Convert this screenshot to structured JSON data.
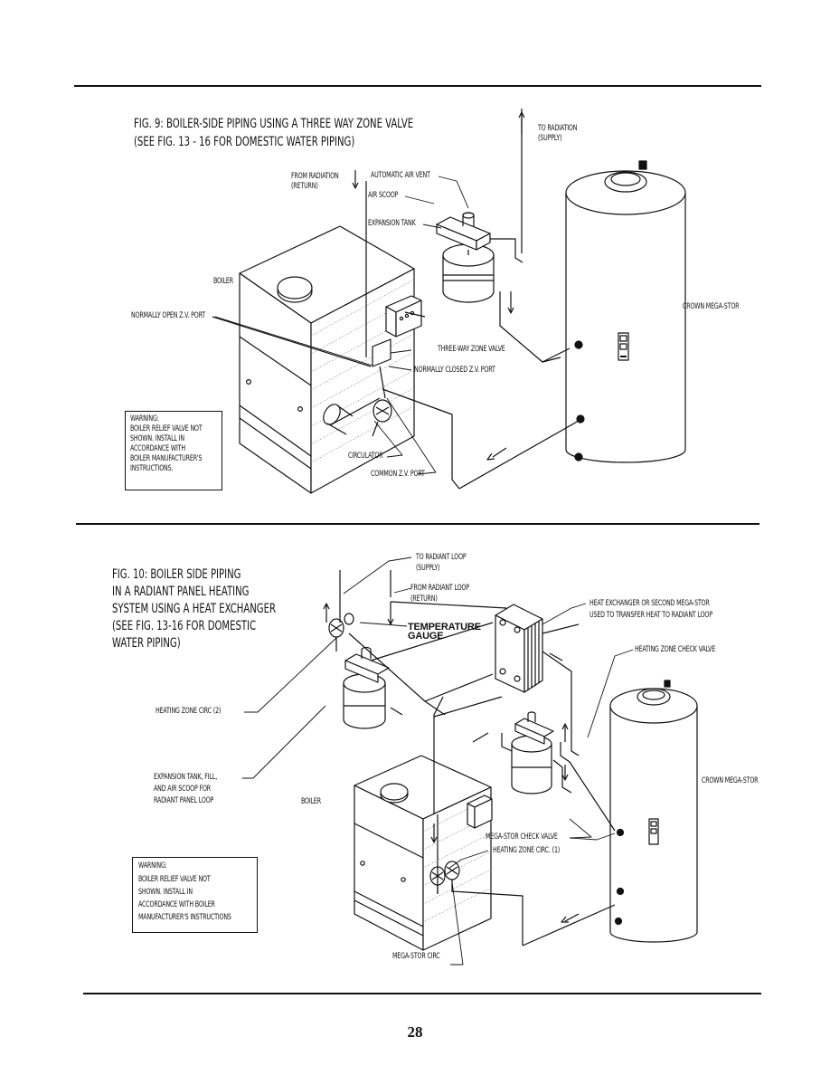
{
  "fig9": {
    "title": [
      "FIG. 9: BOILER-SIDE PIPING USING A THREE WAY ZONE VALVE",
      "(SEE FIG. 13 - 16 FOR DOMESTIC WATER PIPING)"
    ],
    "labels": {
      "to_radiation": [
        "TO RADIATION",
        "(SUPPLY)"
      ],
      "from_radiation": [
        "FROM RADIATION",
        "(RETURN)"
      ],
      "automatic_air_vent": "AUTOMATIC AIR VENT",
      "air_scoop": "AIR SCOOP",
      "expansion_tank": "EXPANSION TANK",
      "boiler": "BOILER",
      "normally_open_port": "NORMALLY OPEN Z.V. PORT",
      "crown_mega_stor": "CROWN MEGA-STOR",
      "three_way_zone_valve": "THREE-WAY ZONE VALVE",
      "normally_closed_port": "NORMALLY CLOSED Z.V. PORT",
      "circulator": "CIRCULATOR",
      "common_port": "COMMON Z.V. PORT"
    },
    "warning": [
      "WARNING:",
      "BOILER RELIEF VALVE NOT",
      "SHOWN. INSTALL IN",
      "ACCORDANCE WITH",
      "BOILER MANUFACTURER'S",
      "INSTRUCTIONS."
    ]
  },
  "fig10": {
    "title": [
      "FIG. 10: BOILER SIDE PIPING",
      "IN A RADIANT PANEL HEATING",
      "SYSTEM USING A HEAT EXCHANGER",
      "(SEE FIG. 13-16 FOR DOMESTIC",
      "WATER PIPING)"
    ],
    "labels": {
      "to_radiant_loop": [
        "TO RADIANT LOOP",
        "(SUPPLY)"
      ],
      "from_radiant_loop": [
        "FROM RADIANT LOOP",
        "(RETURN)"
      ],
      "temperature_gauge": [
        "TEMPERATURE",
        "GAUGE"
      ],
      "heat_exchanger": [
        "HEAT EXCHANGER OR SECOND MEGA-STOR",
        "USED TO TRANSFER HEAT TO RADIANT LOOP"
      ],
      "heating_zone_check_valve": "HEATING ZONE CHECK VALVE",
      "heating_zone_circ_2": "HEATING ZONE CIRC (2)",
      "expansion_tank_fill": [
        "EXPANSION TANK, FILL,",
        "AND AIR SCOOP FOR",
        "RADIANT PANEL LOOP"
      ],
      "boiler": "BOILER",
      "crown_mega_stor": "CROWN MEGA-STOR",
      "mega_stor_check_valve": "MEGA-STOR CHECK VALVE",
      "heating_zone_circ_1": "HEATING ZONE CIRC. (1)",
      "mega_stor_circ": "MEGA-STOR CIRC"
    },
    "warning": [
      "WARNING:",
      "BOILER RELIEF VALVE NOT",
      "SHOWN. INSTALL IN",
      "ACCORDANCE WITH BOILER",
      "MANUFACTURER'S INSTRUCTIONS"
    ]
  },
  "page_number": "28"
}
